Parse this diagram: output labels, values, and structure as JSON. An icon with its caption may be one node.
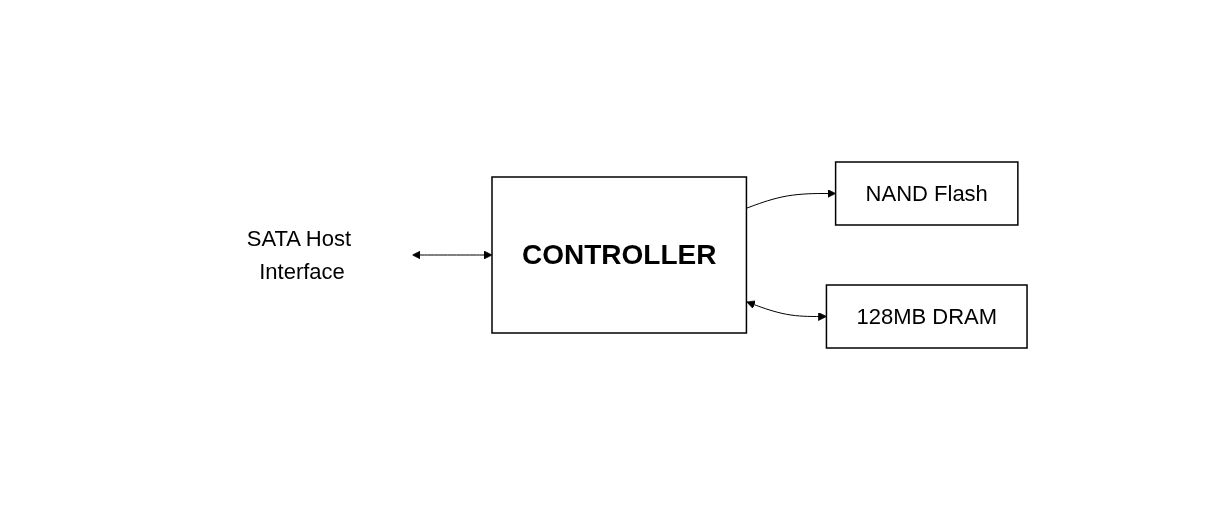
{
  "diagram": {
    "nodes": [
      {
        "text": [
          "SATA Host Interface"
        ]
      },
      {
        "text": [
          "CONTROLLER"
        ]
      },
      {
        "text": [
          "NAND Flash"
        ]
      },
      {
        "text": [
          "128MB DRAM"
        ]
      }
    ],
    "edges": [
      {
        "from": 0,
        "to": 1,
        "arrow": "both"
      },
      {
        "from": 1,
        "to": 2,
        "arrow": "to"
      },
      {
        "from": 1,
        "to": 3,
        "arrow": "both"
      }
    ]
  }
}
